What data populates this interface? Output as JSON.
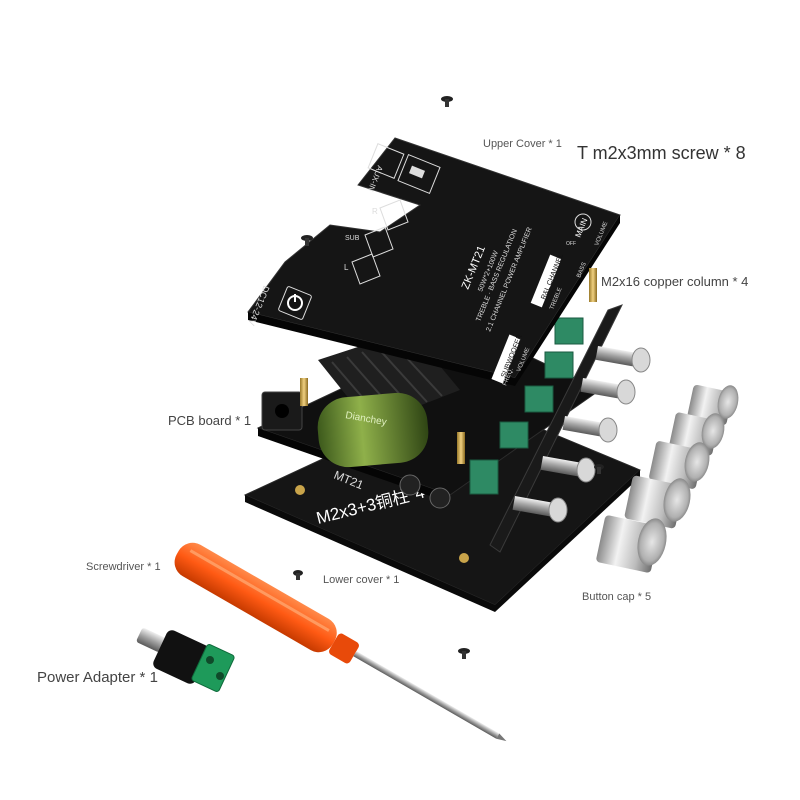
{
  "labels": {
    "upper_cover": "Upper Cover * 1",
    "screw": "T m2x3mm screw * 8",
    "copper_column": "M2x16 copper column * 4",
    "pcb_board": "PCB board * 1",
    "standoff": "M2x3+3铜柱*4",
    "screwdriver": "Screwdriver * 1",
    "lower_cover": "Lower cover * 1",
    "button_cap": "Button cap * 5",
    "power_adapter": "Power Adapter * 1"
  },
  "panel_text": {
    "model": "ZK-MT21",
    "power": "50W*2+100W",
    "features": "TREBLE · BASS REGULATION",
    "channel_amp": "2.1 CHANNEL POWER AMPLIFIER",
    "aux_in": "AUX-IN",
    "dc_input": "DC12-24V",
    "left_channel": "L",
    "right_channel": "R",
    "subwoofer_out": "SUB",
    "main": "MAIN",
    "volume": "VOLUME",
    "off": "OFF",
    "subwoofer_section": "SUBWOOFER",
    "freq": "FREQ.",
    "sub_volume": "VOLUME",
    "channel_section": "R&L CHANNEL",
    "treble": "TREBLE",
    "bass": "BASS",
    "pcb_silk": "MT21",
    "capacitor_brand": "Dianchey"
  },
  "colors": {
    "board_black": "#141414",
    "heatsink": "#1f1f1f",
    "capacitor_green": "#5a7a2e",
    "terminal_green": "#2e8a64",
    "screwdriver_orange": "#ff5a14",
    "brass": "#c9a44a",
    "knob_silver": "#c8c8c8"
  }
}
